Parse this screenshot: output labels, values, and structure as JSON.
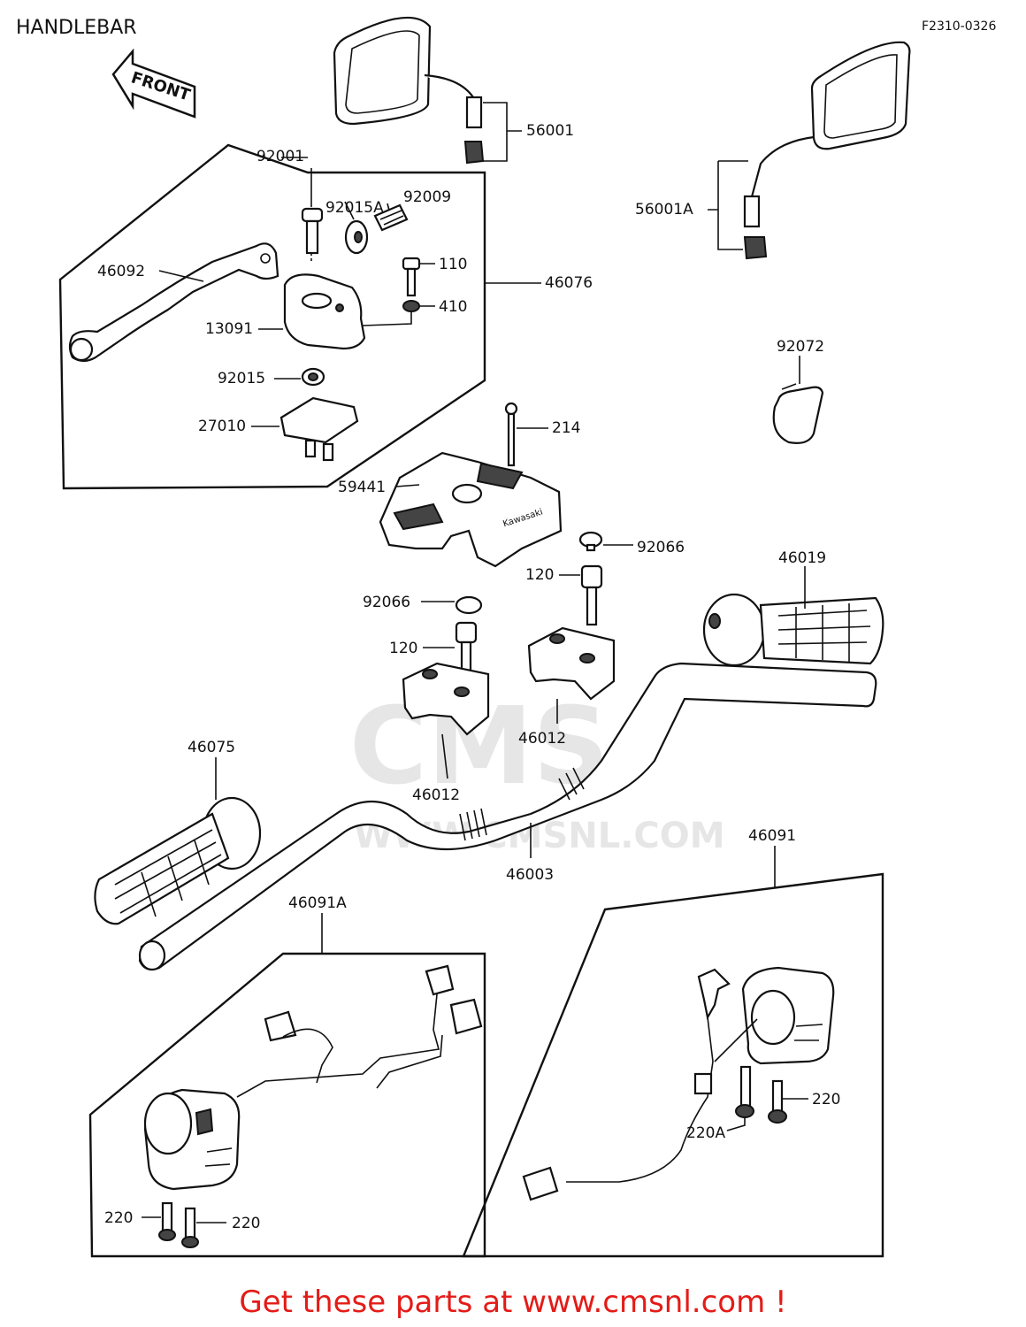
{
  "header": {
    "title": "HANDLEBAR",
    "figure_code": "F2310-0326"
  },
  "front_arrow": "FRONT",
  "watermark": {
    "logo": "CMS",
    "url": "WWW.CMSNL.COM"
  },
  "labels": {
    "p56001": "56001",
    "p56001A": "56001A",
    "p92001": "92001",
    "p92015A": "92015A",
    "p92009": "92009",
    "p110": "110",
    "p46076": "46076",
    "p46092": "46092",
    "p410": "410",
    "p13091": "13091",
    "p92015": "92015",
    "p27010": "27010",
    "p92072": "92072",
    "p214": "214",
    "p59441": "59441",
    "p92066a": "92066",
    "p120a": "120",
    "p46019": "46019",
    "p92066b": "92066",
    "p120b": "120",
    "p46012a": "46012",
    "p46012b": "46012",
    "p46075": "46075",
    "p46003": "46003",
    "p46091": "46091",
    "p46091A": "46091A",
    "p220a": "220",
    "p220A": "220A",
    "p220b": "220",
    "p220c": "220"
  },
  "cover_brand": "Kawasaki",
  "cta": "Get these parts at www.cmsnl.com !"
}
